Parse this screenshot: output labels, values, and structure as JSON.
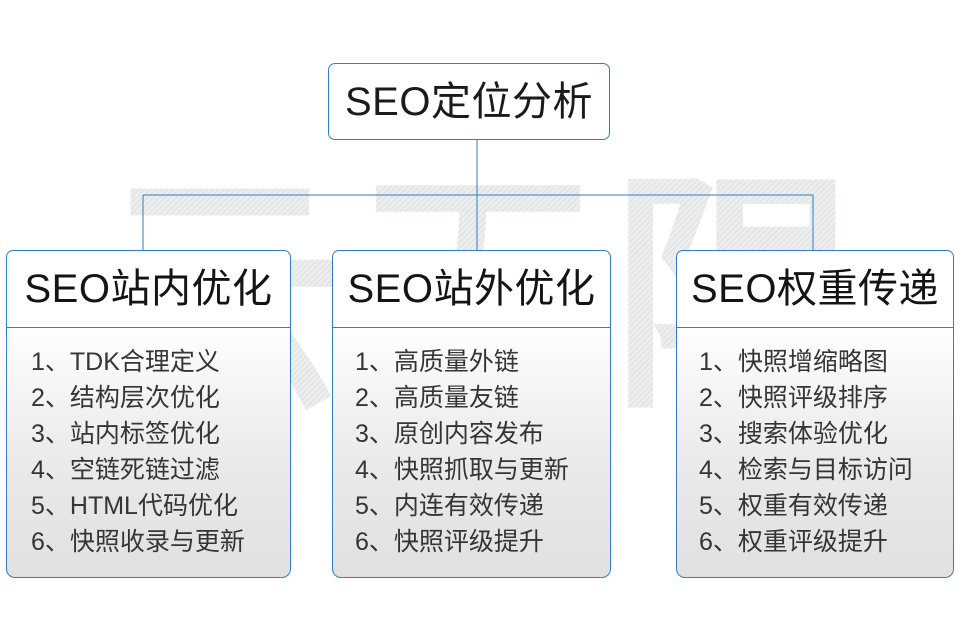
{
  "watermark": {
    "text": "云无限"
  },
  "root": {
    "title": "SEO定位分析"
  },
  "columns": [
    {
      "title": "SEO站内优化",
      "items": [
        "1、TDK合理定义",
        "2、结构层次优化",
        "3、站内标签优化",
        "4、空链死链过滤",
        "5、HTML代码优化",
        "6、快照收录与更新"
      ]
    },
    {
      "title": "SEO站外优化",
      "items": [
        "1、高质量外链",
        "2、高质量友链",
        "3、原创内容发布",
        "4、快照抓取与更新",
        "5、内连有效传递",
        "6、快照评级提升"
      ]
    },
    {
      "title": "SEO权重传递",
      "items": [
        "1、快照增缩略图",
        "2、快照评级排序",
        "3、搜索体验优化",
        "4、检索与目标访问",
        "5、权重有效传递",
        "6、权重评级提升"
      ]
    }
  ],
  "colors": {
    "border": "#2f7fc4",
    "connector": "#2f7fc4",
    "title_text": "#141414",
    "item_text": "#353535",
    "background": "#ffffff",
    "watermark": "#eceded"
  }
}
